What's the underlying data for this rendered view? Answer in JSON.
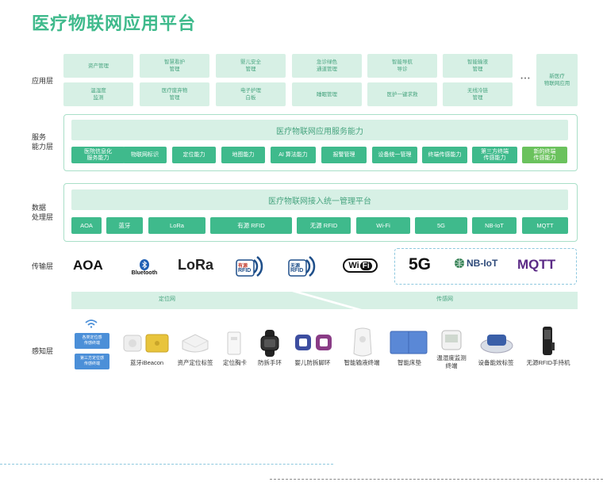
{
  "title": "医疗物联网应用平台",
  "layers": {
    "app": "应用层",
    "service": [
      "服务",
      "能力层"
    ],
    "data": [
      "数据",
      "处理层"
    ],
    "transport": "传输层",
    "perception": "感知层"
  },
  "app_row1": [
    {
      "l1": "资产管理",
      "l2": ""
    },
    {
      "l1": "智慧看护",
      "l2": "管理"
    },
    {
      "l1": "婴儿安全",
      "l2": "管理"
    },
    {
      "l1": "急诊绿色",
      "l2": "通道管理"
    },
    {
      "l1": "智能导航",
      "l2": "导诊"
    },
    {
      "l1": "智能输液",
      "l2": "管理"
    }
  ],
  "app_row2": [
    {
      "l1": "温湿度",
      "l2": "监测"
    },
    {
      "l1": "医疗废弃物",
      "l2": "管理"
    },
    {
      "l1": "电子护理",
      "l2": "白板"
    },
    {
      "l1": "睡眠管理",
      "l2": ""
    },
    {
      "l1": "医护一键求救",
      "l2": ""
    },
    {
      "l1": "无线冷链",
      "l2": "管理"
    }
  ],
  "app_more": "• • •",
  "app_new": {
    "l1": "新医疗",
    "l2": "物联网应用"
  },
  "service_header": "医疗物联网应用服务能力",
  "services": [
    {
      "l1": "医院信息化",
      "l2": "服务能力"
    },
    {
      "l1": "物联网标识",
      "l2": ""
    },
    {
      "l1": "定位能力",
      "l2": ""
    },
    {
      "l1": "地图能力",
      "l2": ""
    },
    {
      "l1": "AI 算法能力",
      "l2": ""
    },
    {
      "l1": "报警管理",
      "l2": ""
    },
    {
      "l1": "设备统一管理",
      "l2": ""
    },
    {
      "l1": "终端传感能力",
      "l2": ""
    },
    {
      "l1": "第三方终端",
      "l2": "传感能力"
    },
    {
      "l1": "新的终端",
      "l2": "传感能力"
    }
  ],
  "data_header": "医疗物联网接入统一管理平台",
  "protocols": [
    "AOA",
    "蓝牙",
    "LoRa",
    "有源 RFID",
    "无源 RFID",
    "Wi-Fi",
    "5G",
    "NB-IoT",
    "MQTT"
  ],
  "transport_logos": {
    "aoa": "AOA",
    "bluetooth": "Bluetooth",
    "lora": "LoRa",
    "active_rfid_tag": "有源",
    "active_rfid": "RFID",
    "passive_rfid_tag": "无源",
    "passive_rfid": "RFID",
    "wifi_w": "Wi",
    "wifi_fi": "Fi",
    "fiveg": "5G",
    "nbiot": "NB-IoT",
    "mqtt": "MQTT"
  },
  "bands": {
    "left": "定位网",
    "right": "传感网"
  },
  "perception_mini": [
    {
      "l1": "各类定位感",
      "l2": "传感终端"
    },
    {
      "l1": "第三方定位感",
      "l2": "传感终端"
    }
  ],
  "devices": [
    {
      "l1": "蓝牙iBeacon",
      "l2": ""
    },
    {
      "l1": "资产定位标签",
      "l2": ""
    },
    {
      "l1": "定位胸卡",
      "l2": ""
    },
    {
      "l1": "防拆手环",
      "l2": ""
    },
    {
      "l1": "婴儿防拆脚环",
      "l2": ""
    },
    {
      "l1": "智能输液终端",
      "l2": ""
    },
    {
      "l1": "智能床垫",
      "l2": ""
    },
    {
      "l1": "温湿度监测",
      "l2": "终端"
    },
    {
      "l1": "设备能效标签",
      "l2": ""
    },
    {
      "l1": "无源RFID手持机",
      "l2": ""
    }
  ],
  "colors": {
    "accent": "#3fba8c",
    "light": "#d7f0e5",
    "new": "#6bc25d",
    "mqtt": "#5b2a86"
  }
}
